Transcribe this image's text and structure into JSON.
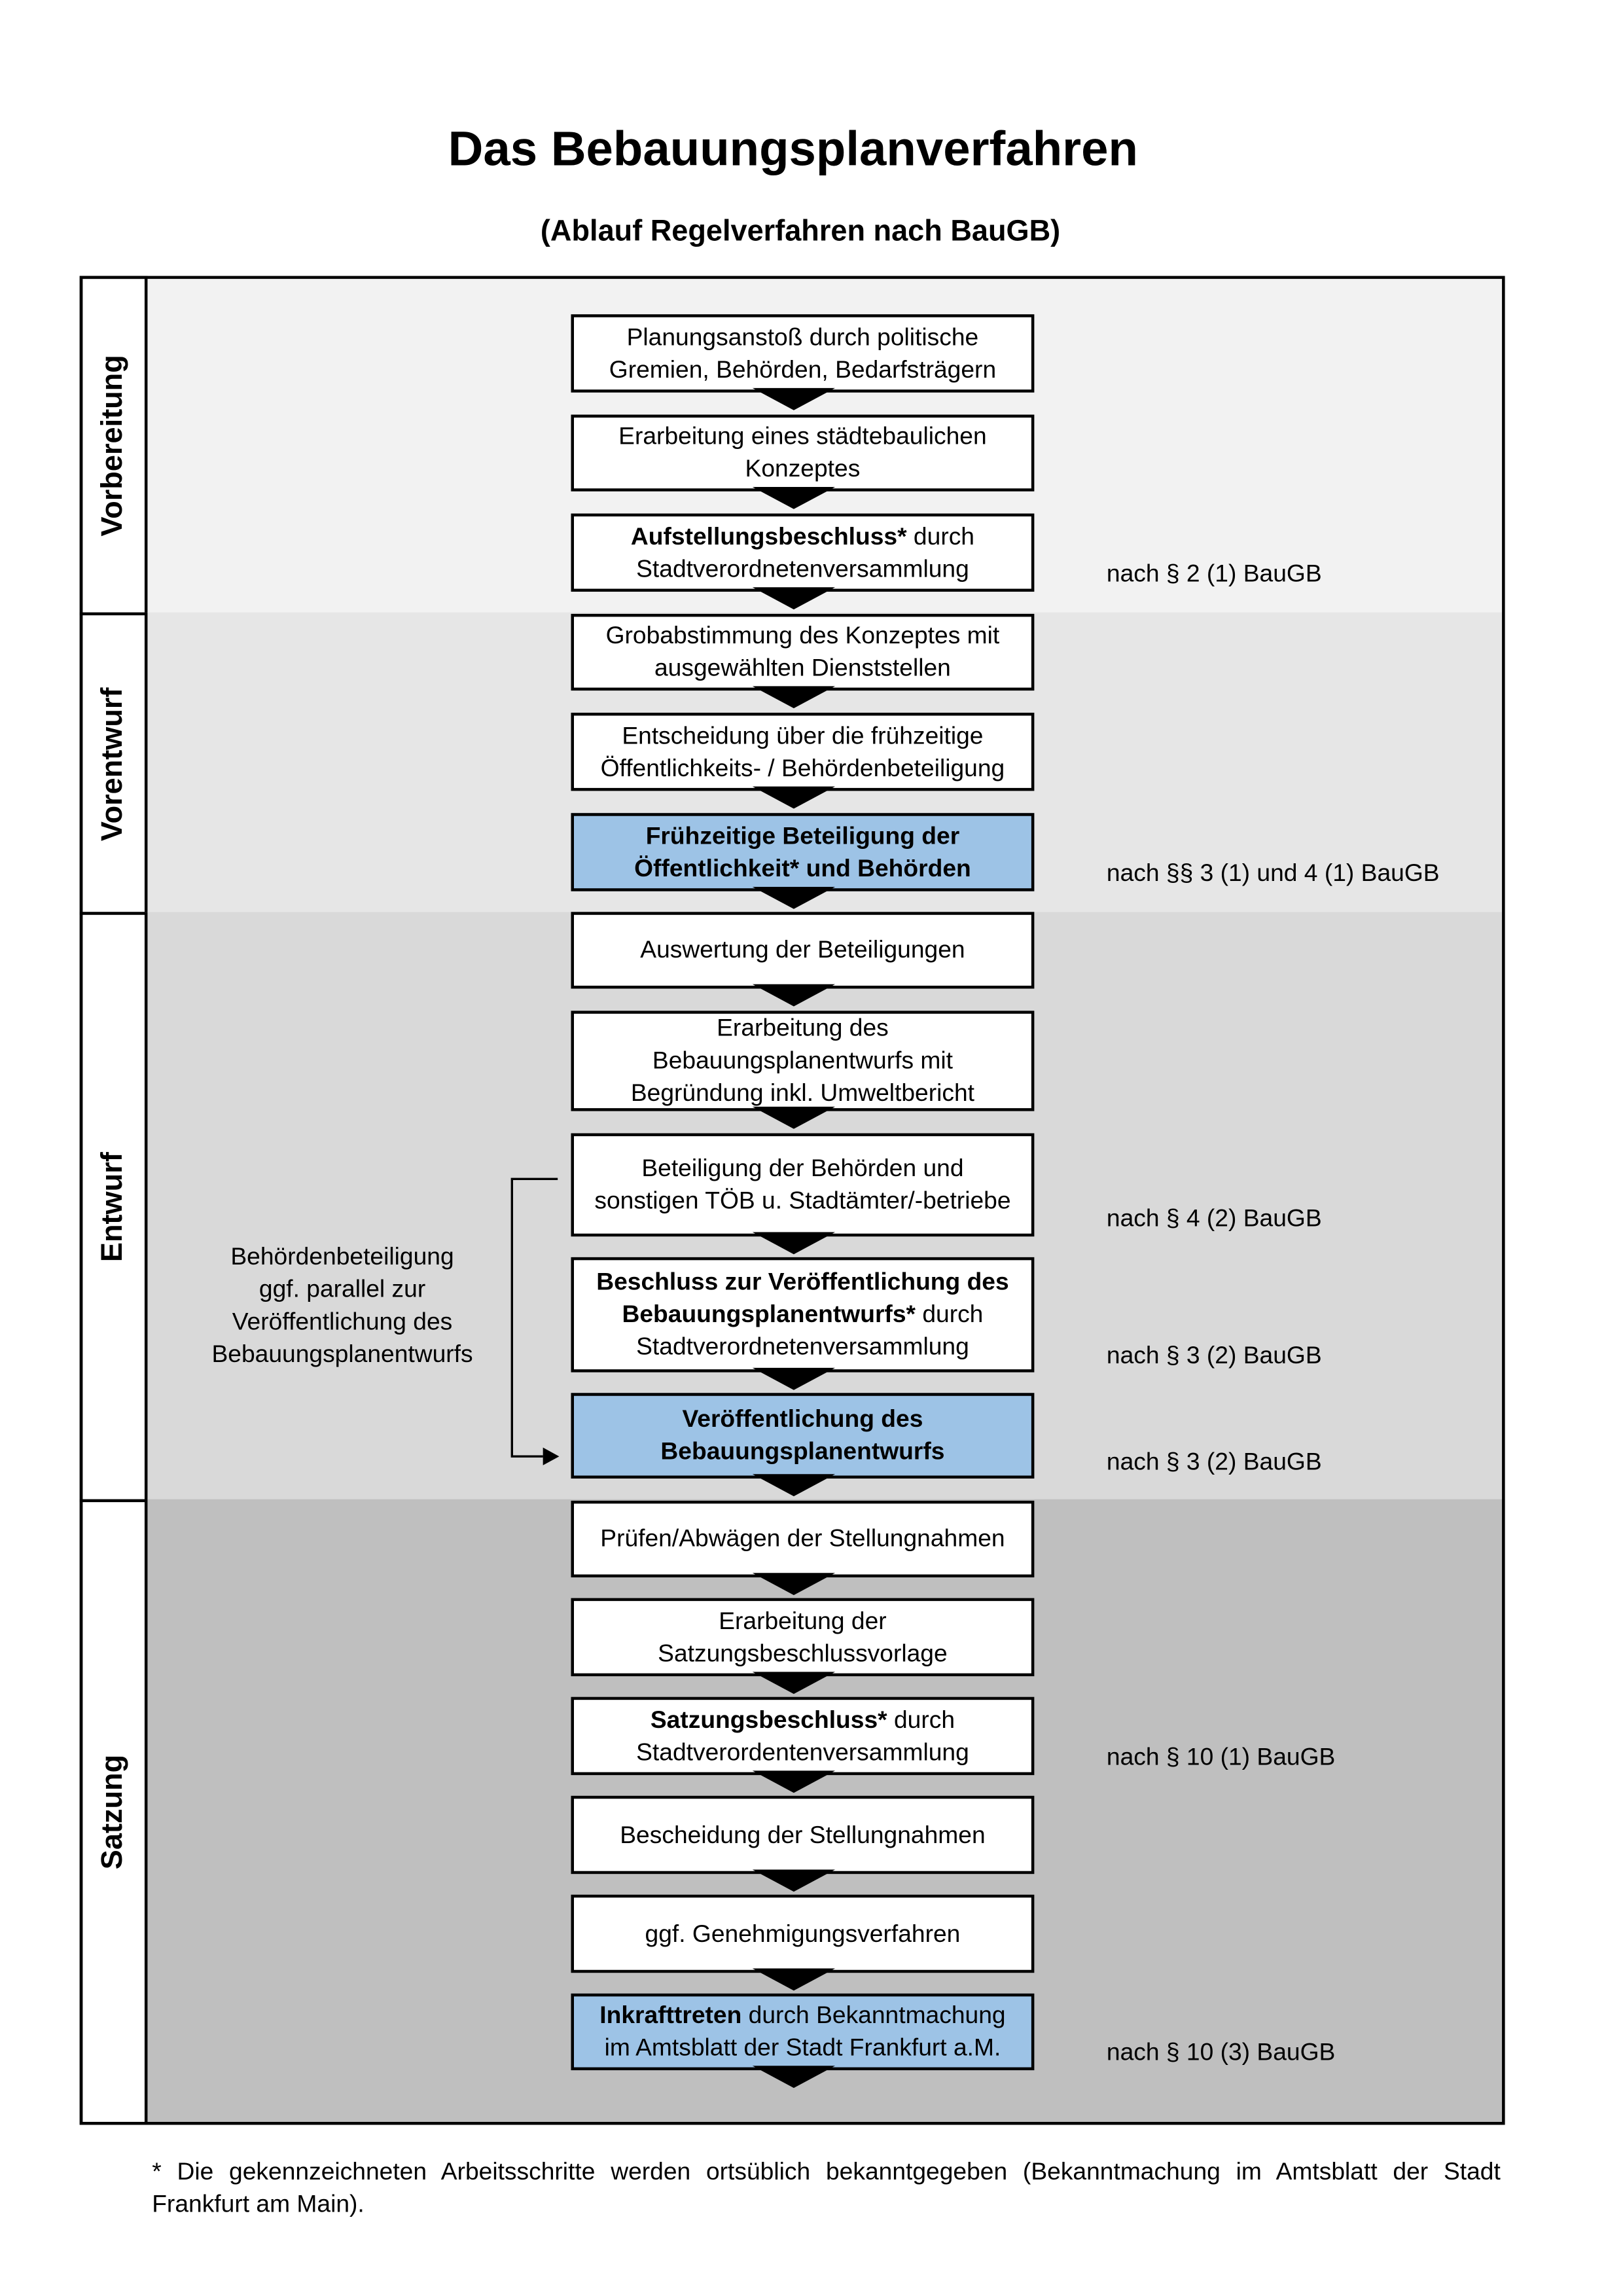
{
  "title": "Das Bebauungsplanverfahren",
  "subtitle": "(Ablauf Regelverfahren nach BauGB)",
  "colors": {
    "highlight": "#9dc3e6",
    "vorbereitung": "#f2f2f2",
    "vorentwurf": "#e6e6e6",
    "entwurf": "#d9d9d9",
    "satzung": "#bfbfbf"
  },
  "phases": [
    {
      "label": "Vorbereitung",
      "color": "#f2f2f2"
    },
    {
      "label": "Vorentwurf",
      "color": "#e6e6e6"
    },
    {
      "label": "Entwurf",
      "color": "#d9d9d9"
    },
    {
      "label": "Satzung",
      "color": "#bfbfbf"
    }
  ],
  "steps": [
    {
      "lines": [
        [
          {
            "t": "Planungsanstoß durch politische"
          }
        ],
        [
          {
            "t": "Gremien, Behörden, Bedarfsträgern"
          }
        ]
      ]
    },
    {
      "lines": [
        [
          {
            "t": "Erarbeitung eines städtebaulichen"
          }
        ],
        [
          {
            "t": "Konzeptes"
          }
        ]
      ]
    },
    {
      "lines": [
        [
          {
            "t": "Aufstellungsbeschluss*",
            "b": true
          },
          {
            "t": " durch"
          }
        ],
        [
          {
            "t": "Stadtverordnetenversammlung"
          }
        ]
      ],
      "note": "nach § 2 (1) BauGB"
    },
    {
      "lines": [
        [
          {
            "t": "Grobabstimmung des Konzeptes mit"
          }
        ],
        [
          {
            "t": "ausgewählten Dienststellen"
          }
        ]
      ]
    },
    {
      "lines": [
        [
          {
            "t": "Entscheidung über die frühzeitige"
          }
        ],
        [
          {
            "t": "Öffentlichkeits- / Behördenbeteiligung"
          }
        ]
      ]
    },
    {
      "lines": [
        [
          {
            "t": "Frühzeitige Beteiligung der",
            "b": true
          }
        ],
        [
          {
            "t": "Öffentlichkeit* und Behörden",
            "b": true
          }
        ]
      ],
      "highlight": true,
      "note": "nach §§ 3 (1) und 4 (1) BauGB"
    },
    {
      "lines": [
        [
          {
            "t": "Auswertung der Beteiligungen"
          }
        ]
      ]
    },
    {
      "lines": [
        [
          {
            "t": "Erarbeitung des"
          }
        ],
        [
          {
            "t": "Bebauungsplanentwurfs mit"
          }
        ],
        [
          {
            "t": "Begründung inkl. Umweltbericht"
          }
        ]
      ]
    },
    {
      "lines": [
        [
          {
            "t": "Beteiligung der Behörden und"
          }
        ],
        [
          {
            "t": "sonstigen TÖB u. Stadtämter/-betriebe"
          }
        ]
      ],
      "note": "nach § 4 (2) BauGB"
    },
    {
      "lines": [
        [
          {
            "t": "Beschluss zur Veröffentlichung des",
            "b": true
          }
        ],
        [
          {
            "t": "Bebauungsplanentwurfs*",
            "b": true
          },
          {
            "t": " durch"
          }
        ],
        [
          {
            "t": "Stadtverordnetenversammlung"
          }
        ]
      ],
      "note": "nach § 3 (2) BauGB"
    },
    {
      "lines": [
        [
          {
            "t": "Veröffentlichung des",
            "b": true
          }
        ],
        [
          {
            "t": "Bebauungsplanentwurfs",
            "b": true
          }
        ]
      ],
      "highlight": true,
      "note": "nach § 3 (2) BauGB"
    },
    {
      "lines": [
        [
          {
            "t": "Prüfen/Abwägen der Stellungnahmen"
          }
        ]
      ]
    },
    {
      "lines": [
        [
          {
            "t": "Erarbeitung der"
          }
        ],
        [
          {
            "t": "Satzungsbeschlussvorlage"
          }
        ]
      ]
    },
    {
      "lines": [
        [
          {
            "t": "Satzungsbeschluss*",
            "b": true
          },
          {
            "t": " durch"
          }
        ],
        [
          {
            "t": "Stadtverordentenversammlung"
          }
        ]
      ],
      "note": "nach § 10 (1) BauGB"
    },
    {
      "lines": [
        [
          {
            "t": "Bescheidung der Stellungnahmen"
          }
        ]
      ]
    },
    {
      "lines": [
        [
          {
            "t": "ggf. Genehmigungsverfahren"
          }
        ]
      ]
    },
    {
      "lines": [
        [
          {
            "t": "Inkrafttreten",
            "b": true
          },
          {
            "t": " durch Bekanntmachung"
          }
        ],
        [
          {
            "t": "im Amtsblatt der Stadt Frankfurt a.M."
          }
        ]
      ],
      "highlight": true,
      "note": "nach § 10 (3) BauGB"
    }
  ],
  "side_note": [
    "Behördenbeteiligung",
    "ggf. parallel zur",
    "Veröffentlichung des",
    "Bebauungsplanentwurfs"
  ],
  "footnote": "* Die gekennzeichneten Arbeitsschritte werden ortsüblich bekanntgegeben (Bekanntmachung im Amtsblatt  der Stadt Frankfurt am Main)."
}
